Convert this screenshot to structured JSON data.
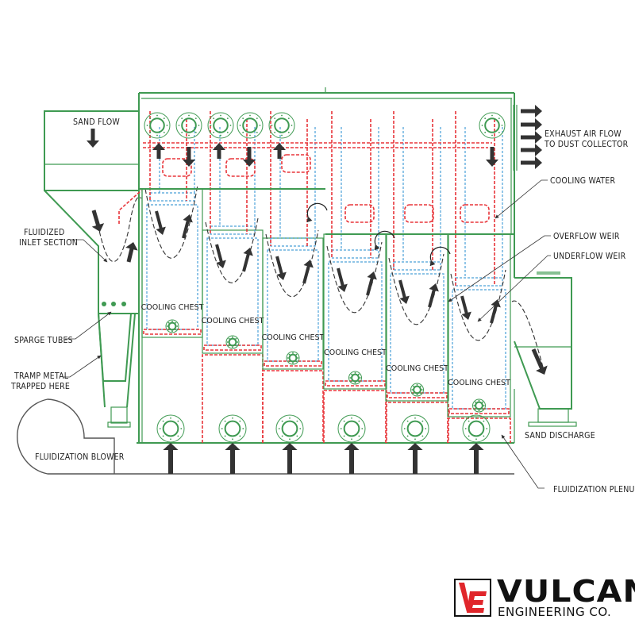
{
  "labels": {
    "sand_flow": "SAND FLOW",
    "fluidized_inlet_1": "FLUIDIZED",
    "fluidized_inlet_2": "INLET SECTION",
    "sparge_tubes": "SPARGE TUBES",
    "tramp_metal_1": "TRAMP METAL",
    "tramp_metal_2": "TRAPPED HERE",
    "fluidization_blower": "FLUIDIZATION BLOWER",
    "exhaust_1": "EXHAUST AIR FLOW",
    "exhaust_2": "TO DUST COLLECTOR",
    "cooling_water": "COOLING WATER",
    "overflow_weir": "OVERFLOW WEIR",
    "underflow_weir": "UNDERFLOW WEIR",
    "sand_discharge": "SAND DISCHARGE",
    "fluidization_plenum": "FLUIDIZATION PLENUM"
  },
  "cooling_chests": [
    {
      "label": "COOLING CHEST"
    },
    {
      "label": "COOLING CHEST"
    },
    {
      "label": "COOLING CHEST"
    },
    {
      "label": "COOLING CHEST"
    },
    {
      "label": "COOLING CHEST"
    },
    {
      "label": "COOLING CHEST"
    }
  ],
  "logo": {
    "mark": "VE",
    "name": "VULCAN",
    "subtitle": "ENGINEERING CO."
  },
  "colors": {
    "structure": "#3f9a52",
    "water_pipe": "#e8353a",
    "coil": "#4aa0d8",
    "arrow": "#333333",
    "logo_red": "#e0262b"
  },
  "icons": {
    "flow_arrow": "arrow-icon",
    "flange": "flange-icon"
  }
}
